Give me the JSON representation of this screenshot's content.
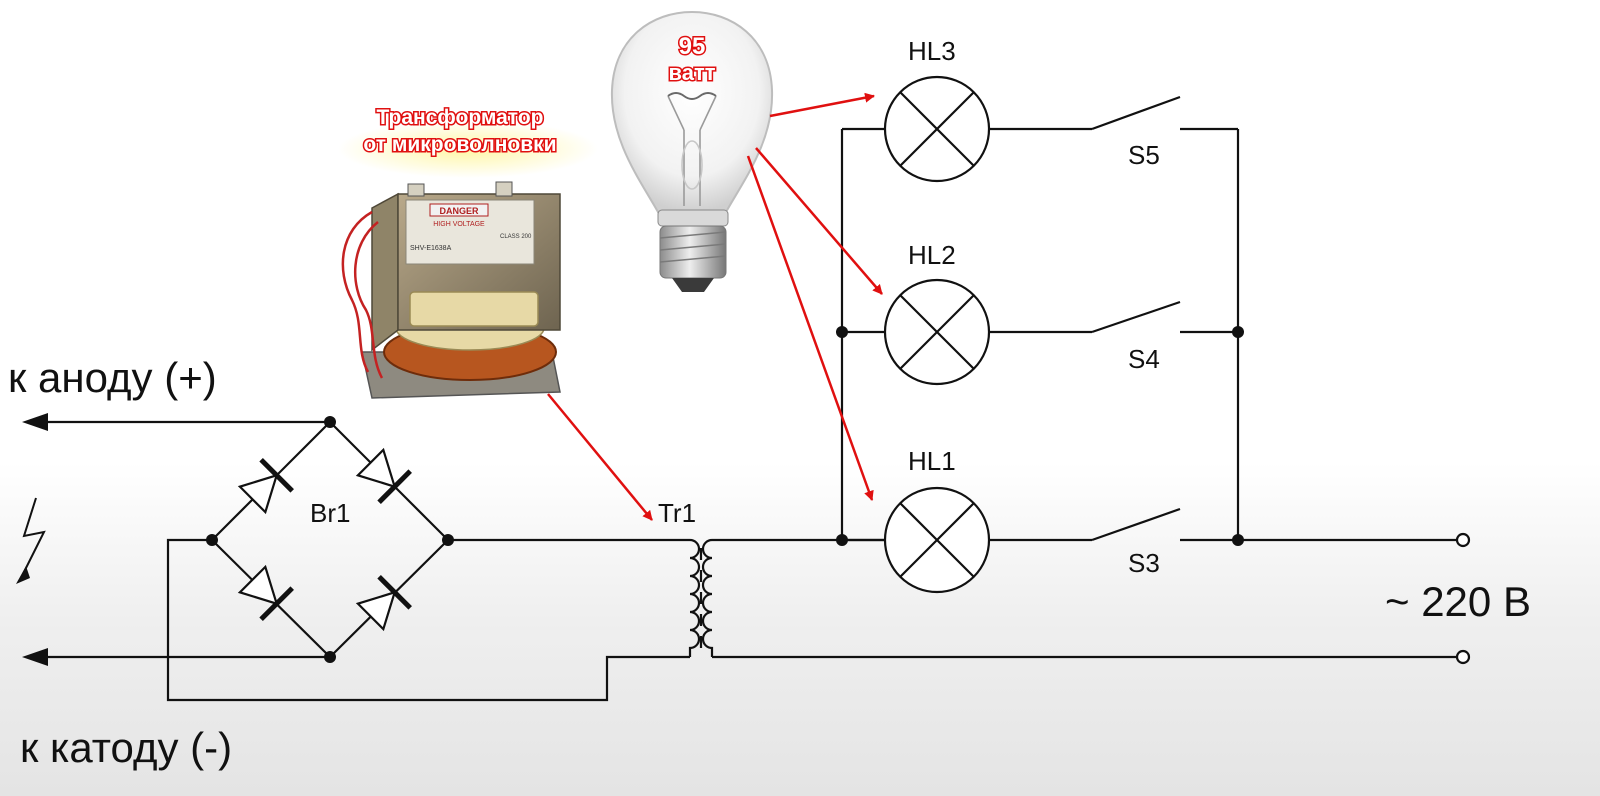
{
  "annotations": {
    "bulb_power_value": "95",
    "bulb_power_unit": "ватт",
    "transformer_caption_line1": "Трансформатор",
    "transformer_caption_line2": "от микроволновки"
  },
  "labels": {
    "anode": "к аноду (+)",
    "cathode": "к катоду (-)",
    "mains": "~ 220 В",
    "bridge": "Br1",
    "transformer": "Tr1",
    "lamps": [
      "HL3",
      "HL2",
      "HL1"
    ],
    "switches": [
      "S5",
      "S4",
      "S3"
    ]
  },
  "photo_text": {
    "plate_line1": "DANGER",
    "plate_line2": "HIGH VOLTAGE",
    "plate_model": "SHV-E1638A",
    "plate_class": "CLASS 200"
  },
  "colors": {
    "wire": "#111111",
    "arrow": "#e01010",
    "callout_fill": "#ffffff",
    "callout_outline": "#e01010"
  }
}
